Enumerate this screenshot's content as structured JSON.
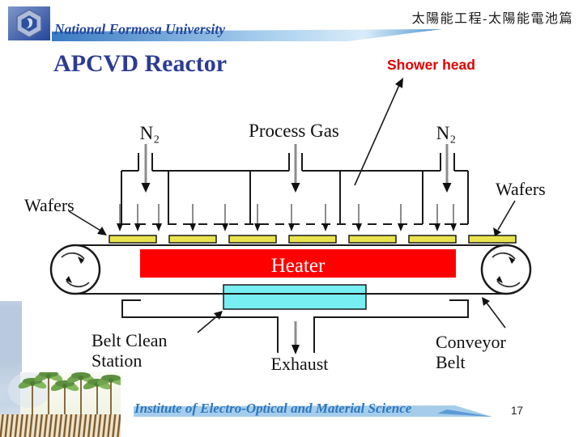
{
  "slide": {
    "university": "National Formosa University",
    "course_tag": "太陽能工程-太陽能電池篇",
    "title": "APCVD Reactor",
    "footer_institute": "Institute of Electro-Optical and Material Science",
    "page_number": "17"
  },
  "diagram": {
    "type": "schematic",
    "subject": "APCVD belt reactor cross-section",
    "annotation_shower_head": "Shower head",
    "labels": {
      "n2_left": "N₂",
      "process_gas": "Process Gas",
      "n2_right": "N₂",
      "wafers_left": "Wafers",
      "wafers_right": "Wafers",
      "heater": "Heater",
      "belt_clean_line1": "Belt Clean",
      "belt_clean_line2": "Station",
      "exhaust": "Exhaust",
      "conveyor_line1": "Conveyor",
      "conveyor_line2": "Belt"
    },
    "wafer_count": 7,
    "colors": {
      "heater_fill": "#FF0000",
      "heater_text": "#FFFFFF",
      "wafer_fill": "#E9E44E",
      "belt_clean_fill": "#76EEF2",
      "annotation_red": "#E10000",
      "line": "#1A1A1A"
    }
  },
  "theme": {
    "university_text": "#24459C",
    "title_text": "#2C3C94",
    "footer_text": "#2E77BD",
    "header_swoosh_blue": "#3A7AC2",
    "footer_swoosh_blue": "#A5CDEB",
    "background": "#FFFFFF"
  }
}
